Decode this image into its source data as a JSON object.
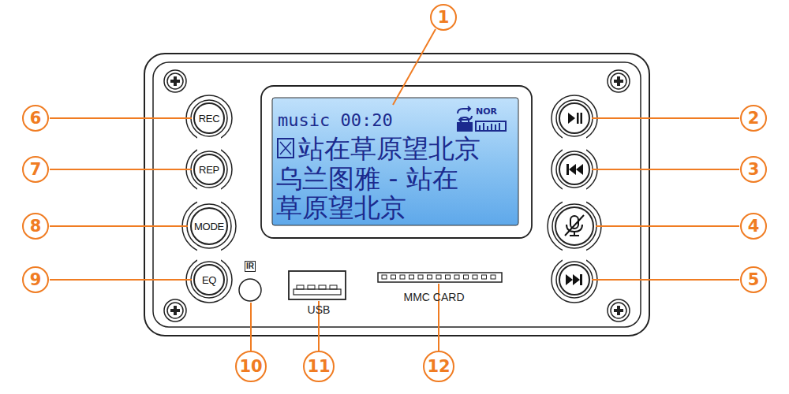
{
  "diagram": {
    "nodes": [
      {
        "text": [
          "music 00:20",
          "NOR",
          "站在草原望北京",
          "乌兰图雅 - 站在",
          "草原望北京"
        ]
      },
      {
        "text": [
          "REC"
        ]
      },
      {
        "text": [
          "REP"
        ]
      },
      {
        "text": [
          "MODE"
        ]
      },
      {
        "text": [
          "EQ"
        ]
      }
    ],
    "labels": [
      "1",
      "6",
      "2",
      "7",
      "3",
      "8",
      "4",
      "9",
      "5",
      "IR",
      "USB",
      "MMC CARD",
      "10",
      "11",
      "12"
    ]
  }
}
